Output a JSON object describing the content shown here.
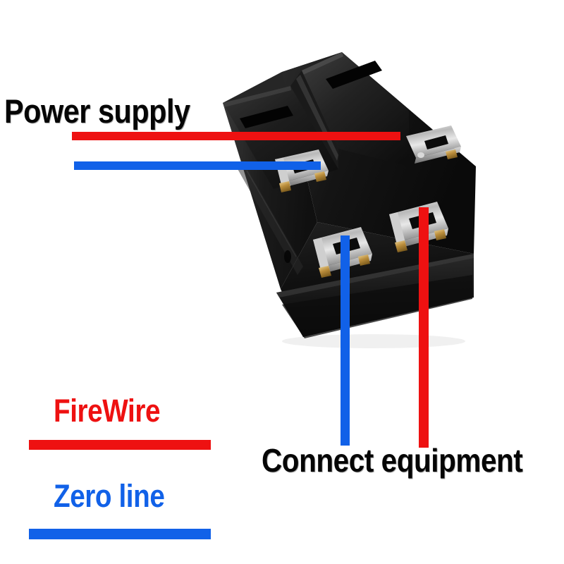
{
  "image": {
    "subject": "dpst-rocker-switch-wiring-diagram",
    "background_color": "#ffffff"
  },
  "annotations": {
    "power_supply_label": "Power supply",
    "connect_equipment_label": "Connect equipment"
  },
  "legend": {
    "items": [
      {
        "label": "FireWire",
        "color": "#ee1111"
      },
      {
        "label": "Zero line",
        "color": "#1161e8"
      }
    ]
  },
  "wires": [
    {
      "name": "power-live",
      "color": "#ee1111",
      "orientation": "horizontal",
      "terminal": "upper-right"
    },
    {
      "name": "power-neutral",
      "color": "#1161e8",
      "orientation": "horizontal",
      "terminal": "upper-left"
    },
    {
      "name": "load-neutral",
      "color": "#1161e8",
      "orientation": "vertical",
      "terminal": "lower-left"
    },
    {
      "name": "load-live",
      "color": "#ee1111",
      "orientation": "vertical",
      "terminal": "lower-right"
    }
  ],
  "switch": {
    "type": "double-rocker-switch",
    "body_color": "#151515",
    "terminal_color": "#c9c9c9",
    "rocker_count": 2,
    "terminal_count": 4
  }
}
